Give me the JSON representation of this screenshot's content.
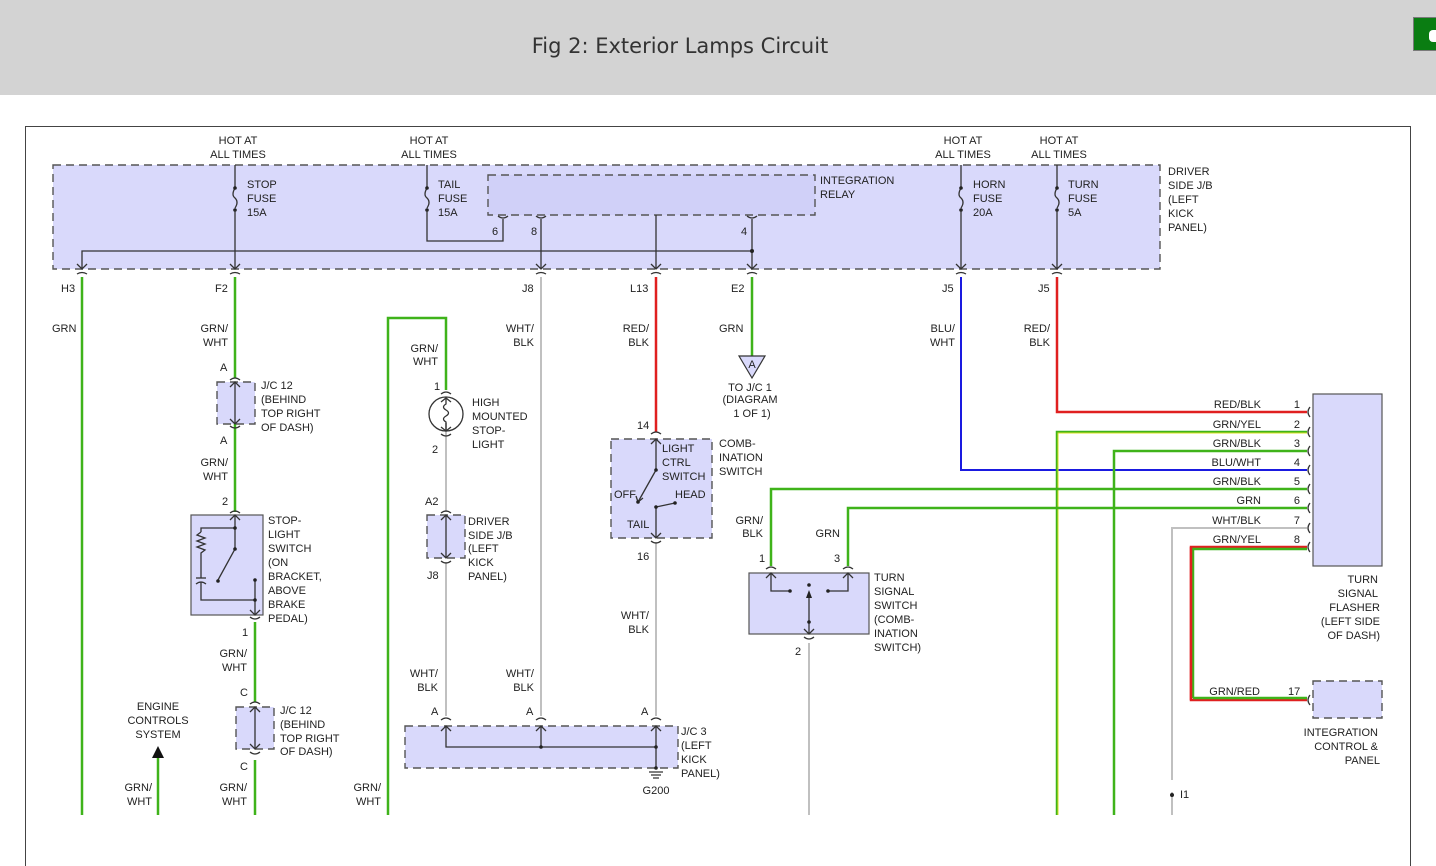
{
  "header": {
    "title": "Fig 2: Exterior Lamps Circuit",
    "corner_button_icon": "green-action-icon",
    "colors": {
      "header_bg": "#d3d3d3",
      "corner_button": "#0a7d12"
    }
  },
  "diagram": {
    "colors": {
      "component_fill": "#d9d9fb",
      "wire_green": "#3fb31a",
      "wire_red": "#e02020",
      "wire_blue": "#1a1ae0",
      "wire_white": "#c0c0c0"
    },
    "power": {
      "hot1": [
        "HOT AT",
        "ALL TIMES"
      ],
      "hot2": [
        "HOT AT",
        "ALL TIMES"
      ],
      "hot3": [
        "HOT AT",
        "ALL TIMES"
      ],
      "hot4": [
        "HOT AT",
        "ALL TIMES"
      ]
    },
    "junction_block": {
      "label": [
        "DRIVER",
        "SIDE J/B",
        "(LEFT",
        "KICK",
        "PANEL)"
      ],
      "fuses": [
        {
          "lines": [
            "STOP",
            "FUSE",
            "15A"
          ]
        },
        {
          "lines": [
            "TAIL",
            "FUSE",
            "15A"
          ]
        },
        {
          "lines": [
            "HORN",
            "FUSE",
            "20A"
          ]
        },
        {
          "lines": [
            "TURN",
            "FUSE",
            "5A"
          ]
        }
      ],
      "relay": {
        "lines": [
          "INTEGRATION",
          "RELAY"
        ],
        "pins": [
          "6",
          "8",
          "4"
        ]
      },
      "connectors": [
        "H3",
        "F2",
        "J8",
        "L13",
        "E2",
        "J5",
        "J5"
      ]
    },
    "wire_colors": {
      "h3": "GRN",
      "f2": [
        "GRN/",
        "WHT"
      ],
      "j8": [
        "WHT/",
        "BLK"
      ],
      "l13": [
        "RED/",
        "BLK"
      ],
      "e2": "GRN",
      "j5a": [
        "BLU/",
        "WHT"
      ],
      "j5b": [
        "RED/",
        "BLK"
      ],
      "hmsl_feed": [
        "GRN/",
        "WHT"
      ],
      "jc12_out": [
        "GRN/",
        "WHT"
      ],
      "sls_out": [
        "GRN/",
        "WHT"
      ],
      "ecs_feed": [
        "GRN/",
        "WHT"
      ],
      "jc12b_out": [
        "GRN/",
        "WHT"
      ],
      "left_feed": [
        "GRN/",
        "WHT"
      ],
      "jc3_a1": [
        "WHT/",
        "BLK"
      ],
      "jc3_a2": [
        "WHT/",
        "BLK"
      ],
      "jc3_a3": [
        "WHT/",
        "BLK"
      ],
      "ts1": [
        "GRN/",
        "BLK"
      ],
      "ts3": "GRN"
    },
    "jc12_top": {
      "pin_in": "A",
      "pin_out": "A",
      "label": [
        "J/C 12",
        "(BEHIND",
        "TOP RIGHT",
        "OF DASH)"
      ]
    },
    "jc12_bottom": {
      "pin_in": "C",
      "pin_out": "C",
      "label": [
        "J/C 12",
        "(BEHIND",
        "TOP RIGHT",
        "OF DASH)"
      ]
    },
    "stop_light_switch": {
      "pin_in": "2",
      "pin_out": "1",
      "label": [
        "STOP-",
        "LIGHT",
        "SWITCH",
        "(ON",
        "BRACKET,",
        "ABOVE",
        "BRAKE",
        "PEDAL)"
      ]
    },
    "engine_controls": [
      "ENGINE",
      "CONTROLS",
      "SYSTEM"
    ],
    "hmsl": {
      "pin_in": "1",
      "pin_out": "2",
      "label": [
        "HIGH",
        "MOUNTED",
        "STOP-",
        "LIGHT"
      ]
    },
    "jb_pass": {
      "pin_in": "A2",
      "pin_out": "J8",
      "label": [
        "DRIVER",
        "SIDE J/B",
        "(LEFT",
        "KICK",
        "PANEL)"
      ]
    },
    "jc1_ref": {
      "letter": "A",
      "label": [
        "TO J/C 1",
        "(DIAGRAM",
        "1 OF 1)"
      ]
    },
    "combination_switch": {
      "pin_in": "14",
      "pin_out": "16",
      "inner": [
        "LIGHT",
        "CTRL",
        "SWITCH"
      ],
      "off": "OFF",
      "head": "HEAD",
      "tail": "TAIL",
      "label": [
        "COMB-",
        "INATION",
        "SWITCH"
      ]
    },
    "jc3": {
      "pins": [
        "A",
        "A",
        "A"
      ],
      "label": [
        "J/C 3",
        "(LEFT",
        "KICK",
        "PANEL)"
      ],
      "ground": "G200"
    },
    "turn_signal_switch": {
      "pin_left": "1",
      "pin_right": "3",
      "pin_bottom": "2",
      "label": [
        "TURN",
        "SIGNAL",
        "SWITCH",
        "(COMB-",
        "INATION",
        "SWITCH)"
      ]
    },
    "flasher": {
      "label": [
        "TURN",
        "SIGNAL",
        "FLASHER",
        "(LEFT SIDE",
        "OF DASH)"
      ],
      "pins": [
        {
          "num": "1",
          "wire": "RED/BLK"
        },
        {
          "num": "2",
          "wire": "GRN/YEL"
        },
        {
          "num": "3",
          "wire": "GRN/BLK"
        },
        {
          "num": "4",
          "wire": "BLU/WHT"
        },
        {
          "num": "5",
          "wire": "GRN/BLK"
        },
        {
          "num": "6",
          "wire": "GRN"
        },
        {
          "num": "7",
          "wire": "WHT/BLK"
        },
        {
          "num": "8",
          "wire": "GRN/YEL"
        }
      ]
    },
    "integration_panel": {
      "pin": "17",
      "wire": "GRN/RED",
      "label": [
        "INTEGRATION",
        "CONTROL &",
        "PANEL"
      ]
    },
    "offpage_i1": "I1"
  }
}
